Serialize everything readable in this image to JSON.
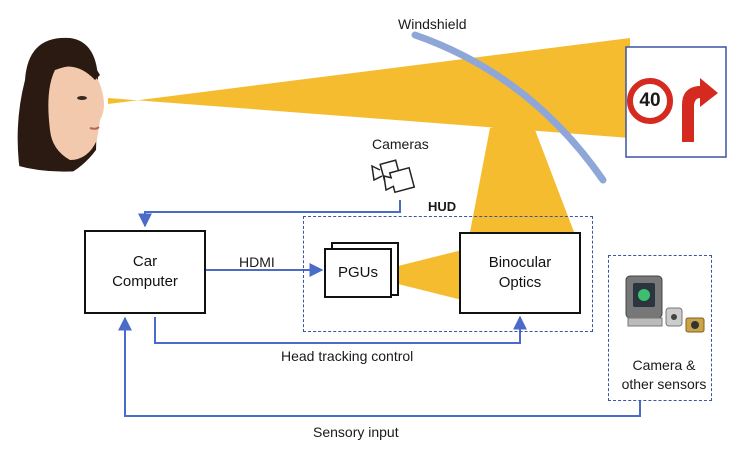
{
  "labels": {
    "windshield": "Windshield",
    "cameras": "Cameras",
    "hud": "HUD",
    "car_computer": "Car\nComputer",
    "hdmi": "HDMI",
    "pgus": "PGUs",
    "binocular_optics": "Binocular\nOptics",
    "head_tracking": "Head tracking control",
    "sensory_input": "Sensory input",
    "camera_sensors": "Camera &\nother sensors",
    "speed_sign": "40"
  },
  "colors": {
    "beam": "#f5bc2f",
    "windshield": "#8fa6d9",
    "arrow": "#4a6bc7",
    "dash": "#3b54a3",
    "sign_red": "#d42a20",
    "sign_frame": "#3b54a3"
  },
  "icons": [
    "woman-face-icon",
    "cameras-icon",
    "sensor-devices-icon",
    "speed-limit-sign-icon",
    "turn-right-arrow-icon"
  ]
}
